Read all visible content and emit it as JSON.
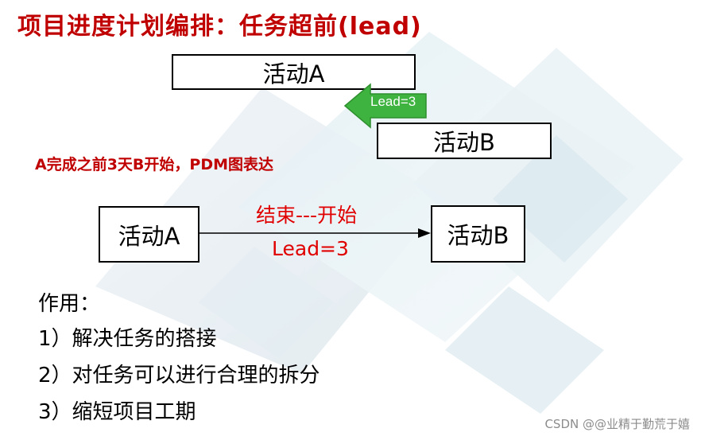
{
  "title": "项目进度计划编排：任务超前(lead)",
  "top_diagram": {
    "activity_a": "活动A",
    "activity_b": "活动B",
    "arrow_label": "Lead=3"
  },
  "subtitle": "A完成之前3天B开始，PDM图表达",
  "pdm": {
    "activity_a": "活动A",
    "activity_b": "活动B",
    "relation_type": "结束---开始",
    "lead_text": "Lead=3"
  },
  "uses": {
    "heading": "作用：",
    "items": [
      "1）解决任务的搭接",
      "2）对任务可以进行合理的拆分",
      "3）缩短项目工期"
    ]
  },
  "watermark": "CSDN @@业精于勤荒于嬉",
  "colors": {
    "title_red": "#c00000",
    "relation_red": "#e00000",
    "arrow_green": "#3fb33f"
  }
}
